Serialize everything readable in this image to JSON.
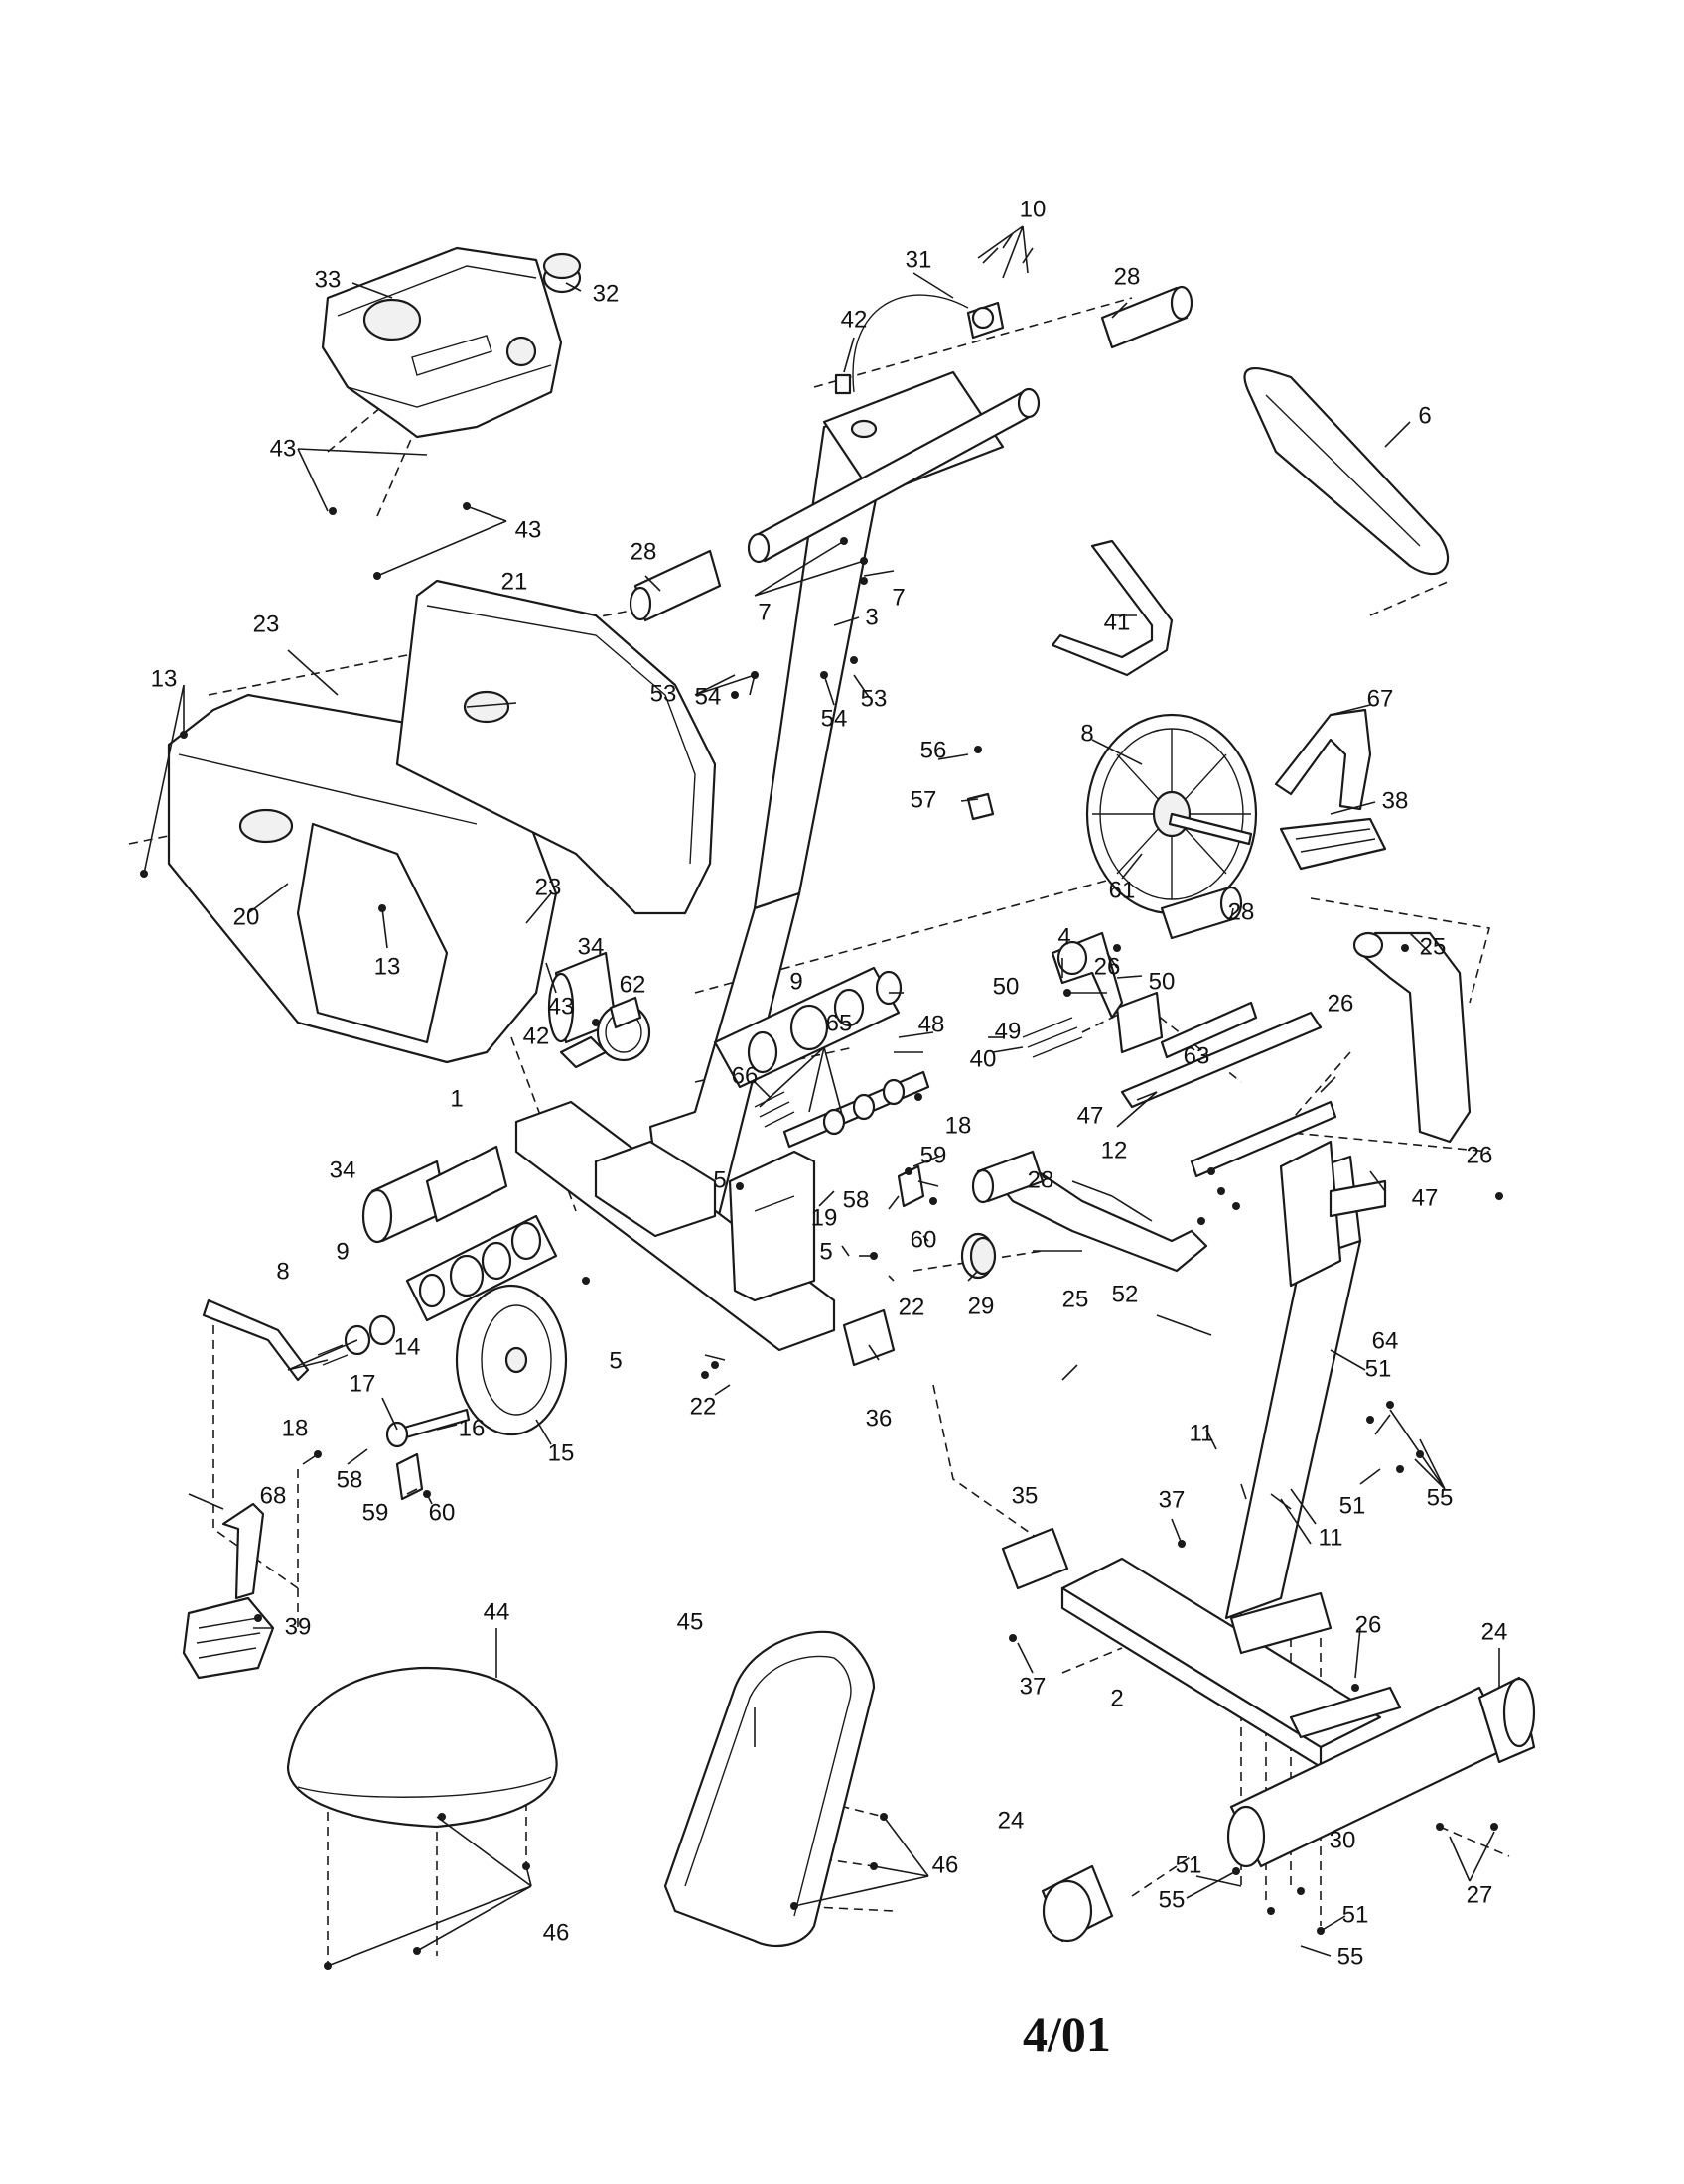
{
  "callouts": {
    "c1": "1",
    "c2": "2",
    "c3": "3",
    "c4": "4",
    "c5a": "5",
    "c5b": "5",
    "c5c": "5",
    "c6": "6",
    "c7a": "7",
    "c7b": "7",
    "c8a": "8",
    "c8b": "8",
    "c9a": "9",
    "c9b": "9",
    "c10": "10",
    "c11a": "11",
    "c11b": "11",
    "c12": "12",
    "c13a": "13",
    "c13b": "13",
    "c14": "14",
    "c15": "15",
    "c16": "16",
    "c17": "17",
    "c18a": "18",
    "c18b": "18",
    "c19": "19",
    "c20": "20",
    "c21": "21",
    "c22a": "22",
    "c22b": "22",
    "c23a": "23",
    "c23b": "23",
    "c24a": "24",
    "c24b": "24",
    "c25a": "25",
    "c25b": "25",
    "c26a": "26",
    "c26b": "26",
    "c26c": "26",
    "c26d": "26",
    "c27": "27",
    "c28a": "28",
    "c28b": "28",
    "c28c": "28",
    "c28d": "28",
    "c29": "29",
    "c30": "30",
    "c31": "31",
    "c32": "32",
    "c33": "33",
    "c34a": "34",
    "c34b": "34",
    "c35": "35",
    "c36": "36",
    "c37a": "37",
    "c37b": "37",
    "c38": "38",
    "c39": "39",
    "c40": "40",
    "c41": "41",
    "c42a": "42",
    "c42b": "42",
    "c43a": "43",
    "c43b": "43",
    "c43c": "43",
    "c44": "44",
    "c45": "45",
    "c46a": "46",
    "c46b": "46",
    "c47a": "47",
    "c47b": "47",
    "c48": "48",
    "c49": "49",
    "c50a": "50",
    "c50b": "50",
    "c51a": "51",
    "c51b": "51",
    "c51c": "51",
    "c51d": "51",
    "c52": "52",
    "c53a": "53",
    "c53b": "53",
    "c54a": "54",
    "c54b": "54",
    "c55a": "55",
    "c55b": "55",
    "c55c": "55",
    "c56": "56",
    "c57": "57",
    "c58a": "58",
    "c58b": "58",
    "c59a": "59",
    "c59b": "59",
    "c60a": "60",
    "c60b": "60",
    "c61": "61",
    "c62": "62",
    "c63": "63",
    "c64": "64",
    "c65": "65",
    "c66": "66",
    "c67": "67",
    "c68": "68"
  },
  "footer": {
    "date_code": "4/01"
  }
}
